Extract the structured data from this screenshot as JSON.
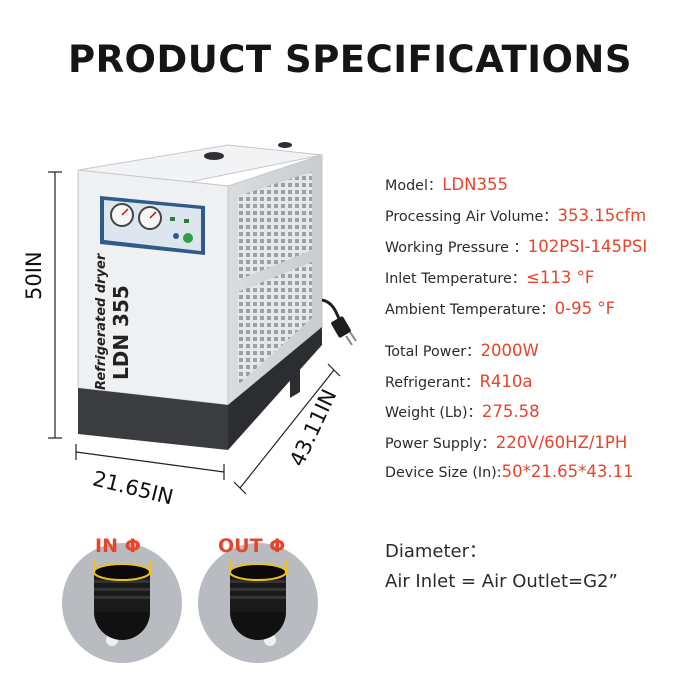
{
  "page_title": "PRODUCT SPECIFICATIONS",
  "product": {
    "panel_label_line1": "Refrigerated dryer",
    "panel_label_line2": "LDN 355"
  },
  "dimensions": {
    "height": "50IN",
    "width": "21.65IN",
    "depth": "43.11IN"
  },
  "specs": [
    {
      "label": "Model：",
      "value": "LDN355"
    },
    {
      "label": "Processing Air Volume：",
      "value": "353.15cfm"
    },
    {
      "label": "Working Pressure ：",
      "value": "102PSI-145PSI"
    },
    {
      "label": "Inlet Temperature：",
      "value": "≤113 °F"
    },
    {
      "label": "Ambient Temperature：",
      "value": "0-95 °F"
    },
    {
      "label": "Total Power：",
      "value": "2000W"
    },
    {
      "label": "Refrigerant：",
      "value": "R410a"
    },
    {
      "label": "Weight (Lb)：",
      "value": "275.58"
    },
    {
      "label": "Power Supply：",
      "value": "220V/60HZ/1PH"
    },
    {
      "label": "Device Size (In):",
      "value": "50*21.65*43.11"
    }
  ],
  "diameter": {
    "heading": "Diameter：",
    "text": "Air Inlet = Air Outlet=G2”"
  },
  "ports": {
    "inlet_label": "IN Φ",
    "outlet_label": "OUT Φ"
  },
  "colors": {
    "accent": "#e8442b",
    "port_ring": "#f2c21b",
    "cabinet": "#e9eaec",
    "base": "#3a3c40"
  }
}
